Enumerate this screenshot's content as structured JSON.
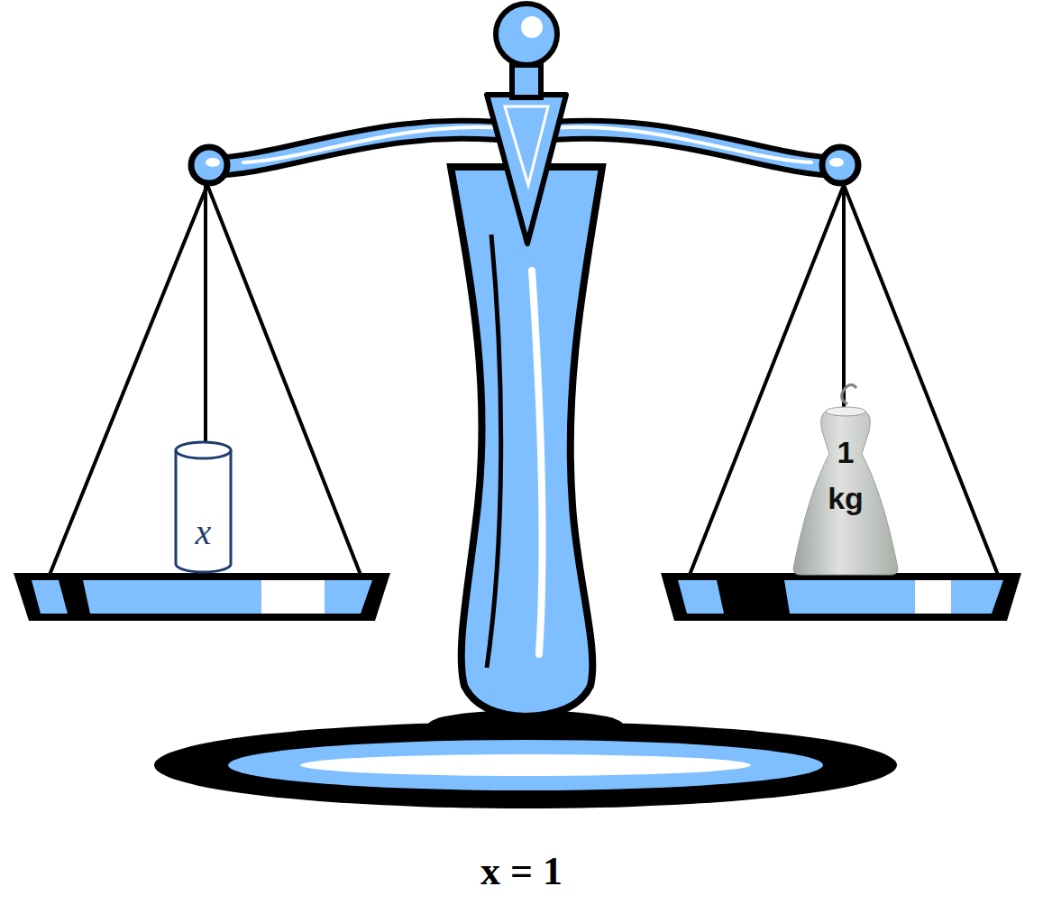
{
  "diagram": {
    "caption": "x = 1",
    "nodes": [
      {
        "text": [
          "x"
        ]
      },
      {
        "text": [
          "1 kg"
        ]
      }
    ]
  }
}
